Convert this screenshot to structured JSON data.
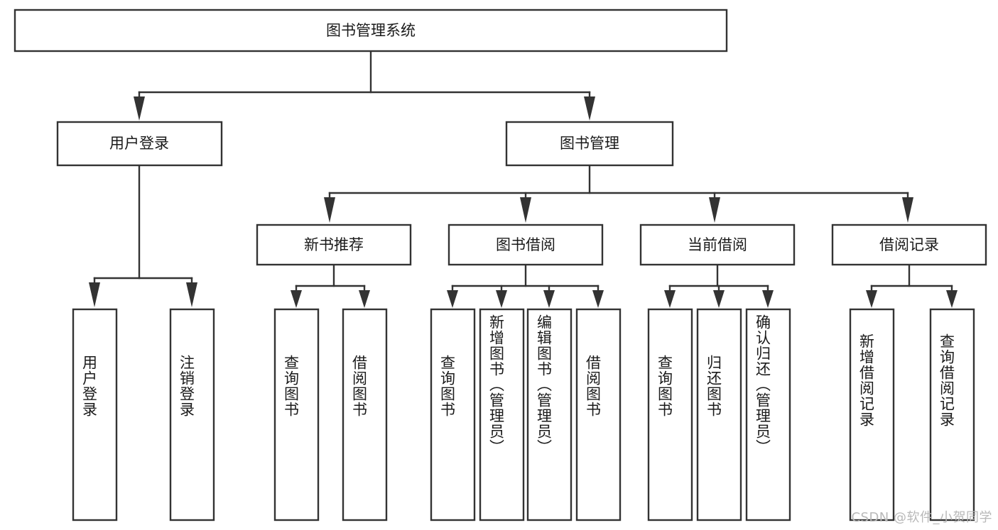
{
  "diagram": {
    "title": "图书管理系统",
    "type": "tree",
    "orientation": "top-down",
    "colors": {
      "box_stroke": "#333333",
      "box_fill": "#ffffff",
      "text": "#1a1a1a",
      "background": "#ffffff",
      "watermark": "#b9b9b9"
    },
    "root": {
      "id": "root",
      "label": "图书管理系统",
      "orientation": "horizontal"
    },
    "level1": [
      {
        "id": "user-login",
        "label": "用户登录",
        "orientation": "horizontal"
      },
      {
        "id": "book-manage",
        "label": "图书管理",
        "orientation": "horizontal"
      }
    ],
    "level2": [
      {
        "id": "new-book-recommend",
        "label": "新书推荐",
        "parent": "book-manage",
        "orientation": "horizontal"
      },
      {
        "id": "book-borrow",
        "label": "图书借阅",
        "parent": "book-manage",
        "orientation": "horizontal"
      },
      {
        "id": "current-borrow",
        "label": "当前借阅",
        "parent": "book-manage",
        "orientation": "horizontal"
      },
      {
        "id": "borrow-record",
        "label": "借阅记录",
        "parent": "book-manage",
        "orientation": "horizontal"
      }
    ],
    "leaves": [
      {
        "id": "leaf-user-login",
        "label": "用户登录",
        "parent": "user-login",
        "orientation": "vertical"
      },
      {
        "id": "leaf-logout-login",
        "label": "注销登录",
        "parent": "user-login",
        "orientation": "vertical"
      },
      {
        "id": "leaf-query-book-1",
        "label": "查询图书",
        "parent": "new-book-recommend",
        "orientation": "vertical"
      },
      {
        "id": "leaf-borrow-book-1",
        "label": "借阅图书",
        "parent": "new-book-recommend",
        "orientation": "vertical"
      },
      {
        "id": "leaf-query-book-2",
        "label": "查询图书",
        "parent": "book-borrow",
        "orientation": "vertical"
      },
      {
        "id": "leaf-add-book",
        "label": "新增图书（管理员）",
        "parent": "book-borrow",
        "orientation": "vertical"
      },
      {
        "id": "leaf-edit-book",
        "label": "编辑图书（管理员）",
        "parent": "book-borrow",
        "orientation": "vertical"
      },
      {
        "id": "leaf-borrow-book-2",
        "label": "借阅图书",
        "parent": "book-borrow",
        "orientation": "vertical"
      },
      {
        "id": "leaf-query-book-3",
        "label": "查询图书",
        "parent": "current-borrow",
        "orientation": "vertical"
      },
      {
        "id": "leaf-return-book",
        "label": "归还图书",
        "parent": "current-borrow",
        "orientation": "vertical"
      },
      {
        "id": "leaf-confirm-return",
        "label": "确认归还（管理员）",
        "parent": "current-borrow",
        "orientation": "vertical"
      },
      {
        "id": "leaf-add-record",
        "label": "新增借阅记录",
        "parent": "borrow-record",
        "orientation": "vertical"
      },
      {
        "id": "leaf-query-record",
        "label": "查询借阅记录",
        "parent": "borrow-record",
        "orientation": "vertical"
      }
    ],
    "watermark": "CSDN @软件_小贺同学"
  }
}
